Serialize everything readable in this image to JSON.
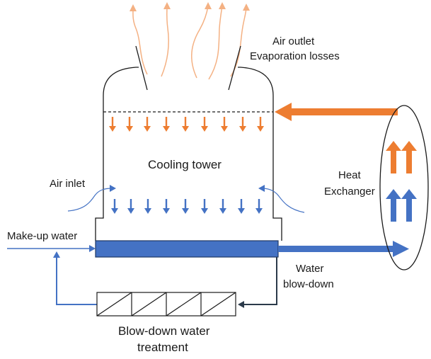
{
  "labels": {
    "air_outlet": "Air outlet",
    "evaporation_losses": "Evaporation losses",
    "cooling_tower": "Cooling tower",
    "air_inlet": "Air inlet",
    "heat": "Heat",
    "exchanger": "Exchanger",
    "makeup_water": "Make-up water",
    "water": "Water",
    "blow_down": "blow-down",
    "blowdown_treatment_line1": "Blow-down water",
    "blowdown_treatment_line2": "treatment"
  },
  "colors": {
    "hot": "#ED7D31",
    "cold": "#4472C4",
    "basin": "#2F5597",
    "dark_line": "#2B3A4A",
    "outline": "#1a1a1a"
  }
}
